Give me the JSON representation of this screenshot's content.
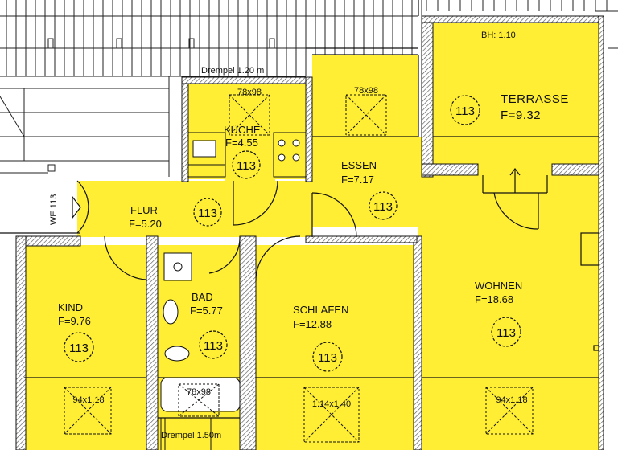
{
  "colors": {
    "room_fill": "#ffee33",
    "wall": "#111111",
    "hatch": "#777777",
    "background": "#ffffff"
  },
  "rooms": {
    "terrasse": {
      "name": "TERRASSE",
      "area": "F=9.32",
      "code": "113",
      "note": "BH: 1.10"
    },
    "kueche": {
      "name": "KÜCHE",
      "area": "F=4.55",
      "code": "113",
      "window": "78x98"
    },
    "essen": {
      "name": "ESSEN",
      "area": "F=7.17",
      "code": "113",
      "window": "78x98"
    },
    "flur": {
      "name": "FLUR",
      "area": "F=5.20",
      "code": "113"
    },
    "bad": {
      "name": "BAD",
      "area": "F=5.77",
      "code": "113",
      "window": "78x98"
    },
    "schlafen": {
      "name": "SCHLAFEN",
      "area": "F=12.88",
      "code": "113",
      "window": "1.14x1.40"
    },
    "wohnen": {
      "name": "WOHNEN",
      "area": "F=18.68",
      "code": "113",
      "window": "94x1.18"
    },
    "kind": {
      "name": "KIND",
      "area": "F=9.76",
      "code": "113",
      "window": "94x1.18"
    }
  },
  "annotations": {
    "drempel_top": "Drempel 1.20 m",
    "drempel_bottom": "Drempel 1.50m",
    "entrance": "WE 113"
  }
}
